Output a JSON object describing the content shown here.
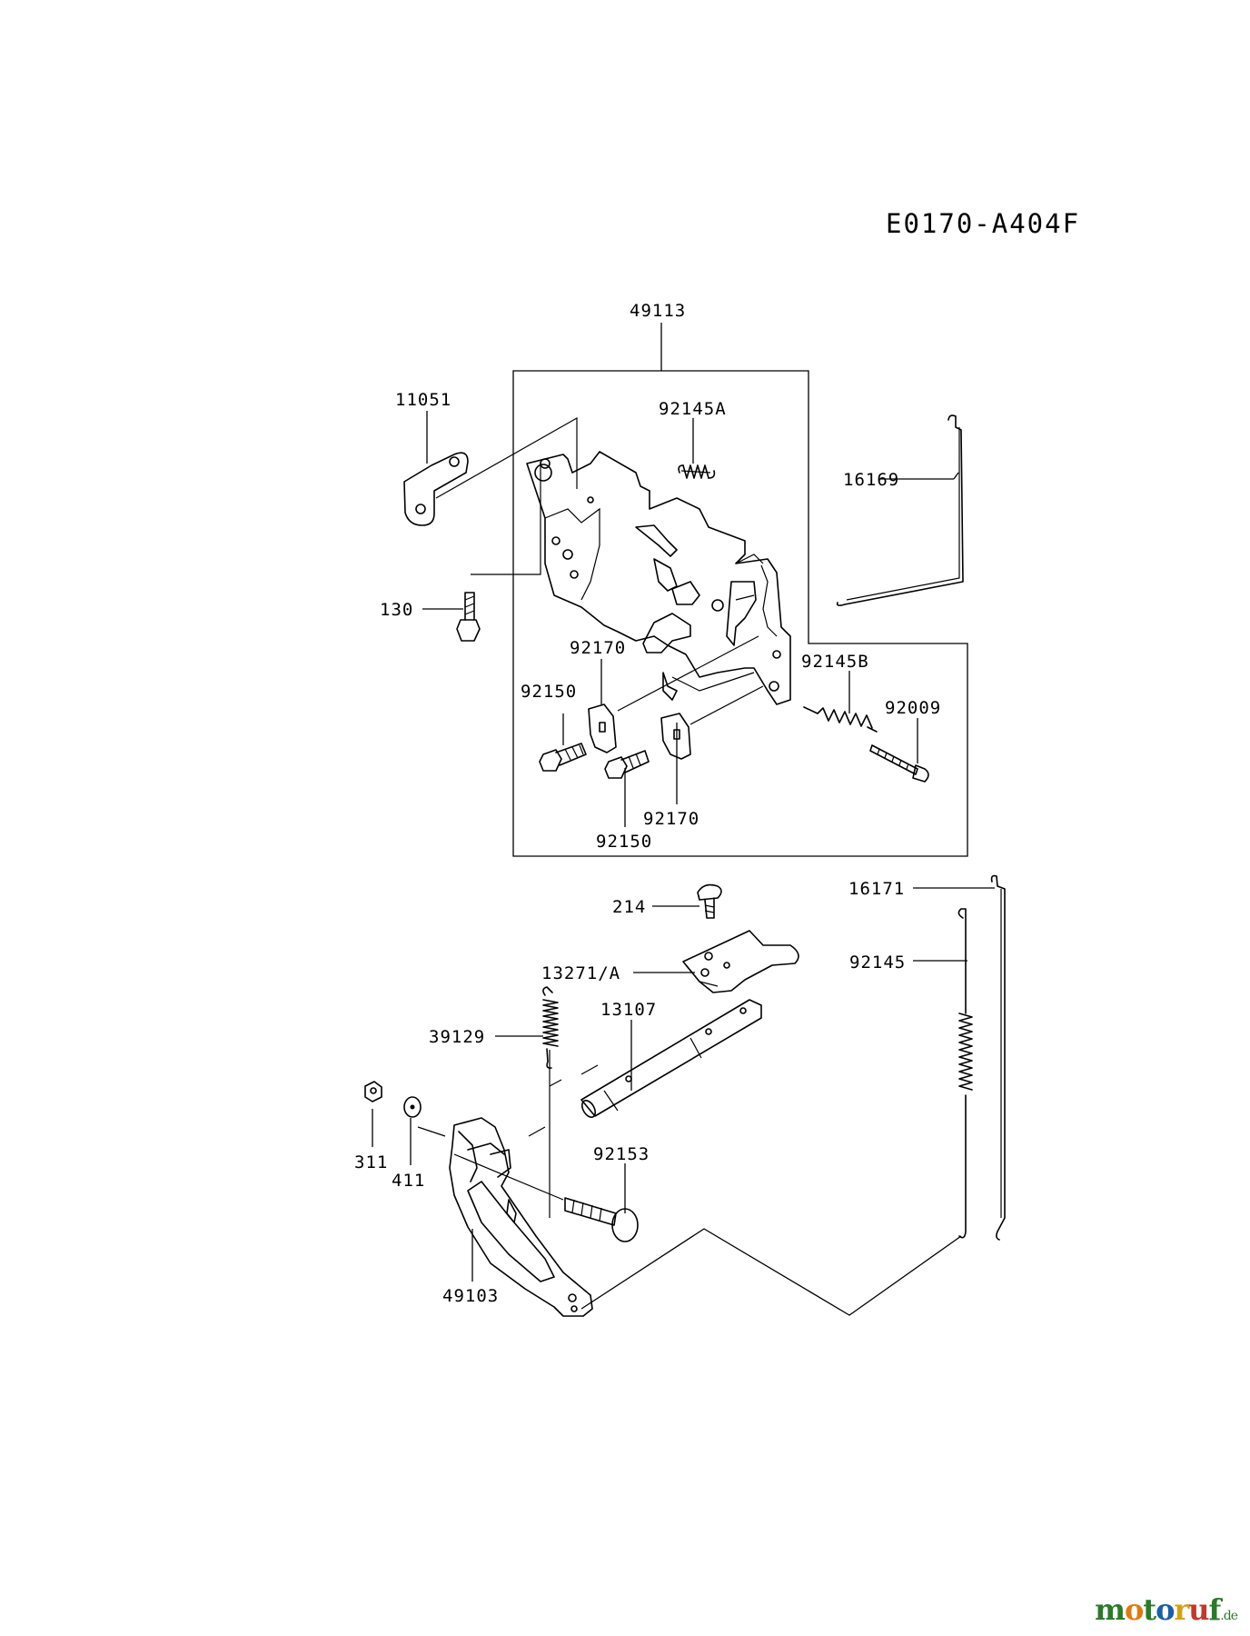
{
  "diagram": {
    "code": "E0170-A404F",
    "labels": {
      "p49113": "49113",
      "p11051": "11051",
      "p92145A": "92145A",
      "p16169": "16169",
      "p130": "130",
      "p92170a": "92170",
      "p92150a": "92150",
      "p92145B": "92145B",
      "p92009": "92009",
      "p92170b": "92170",
      "p92150b": "92150",
      "p16171": "16171",
      "p214": "214",
      "p13271A": "13271/A",
      "p92145": "92145",
      "p13107": "13107",
      "p39129": "39129",
      "p92153": "92153",
      "p311": "311",
      "p411": "411",
      "p49103": "49103"
    }
  },
  "watermark": {
    "text": "motoruf",
    "suffix": ".de",
    "colors": [
      "#2a7a2a",
      "#e07a10",
      "#2a7a2a",
      "#1a5fa8",
      "#d4a017",
      "#c0392b",
      "#2a7a2a"
    ]
  }
}
